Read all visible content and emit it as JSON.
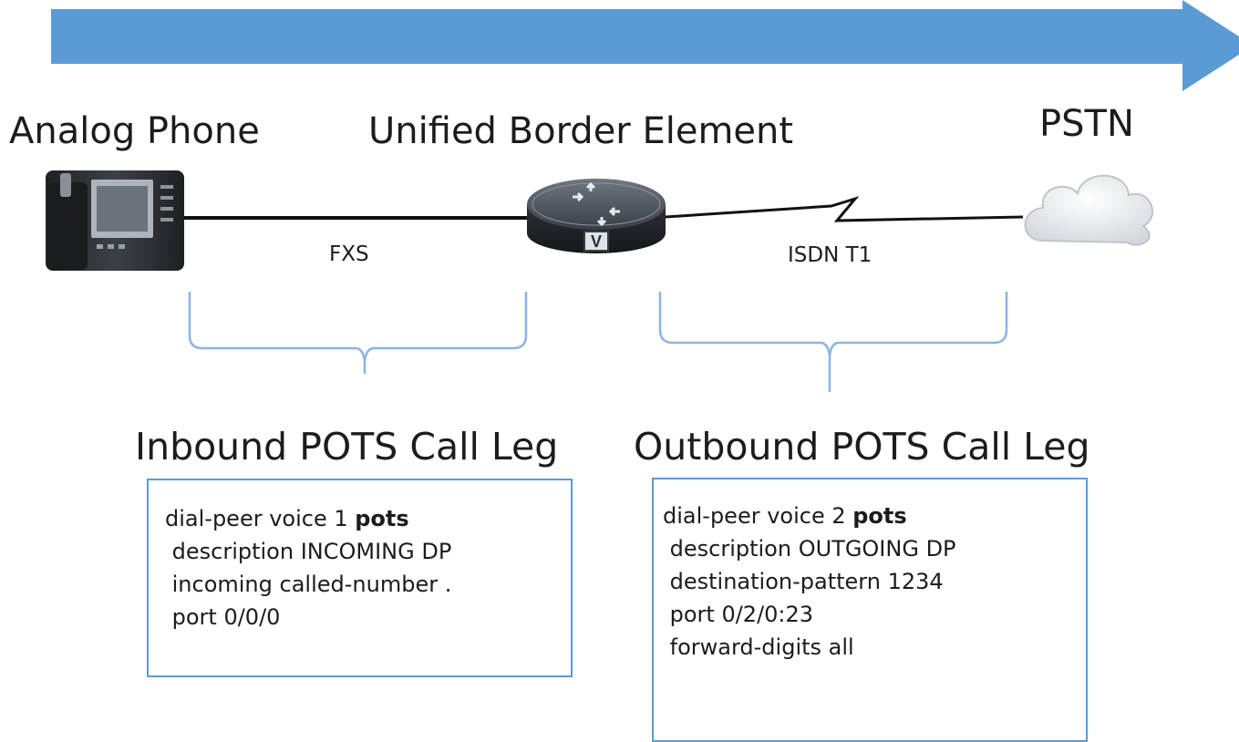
{
  "colors": {
    "flow_arrow": "#5b9bd5",
    "bracket": "#8db3e2",
    "box_border": "#5b9bd5",
    "device_dark": "#2b2e33"
  },
  "nodes": {
    "analog_phone": {
      "label": "Analog Phone",
      "icon": "analog-phone-icon"
    },
    "cube": {
      "label": "Unified Border Element",
      "icon": "router-icon",
      "badge": "V"
    },
    "pstn": {
      "label": "PSTN",
      "icon": "cloud-icon"
    }
  },
  "links": {
    "fxs": {
      "label": "FXS"
    },
    "isdn": {
      "label": "ISDN T1"
    }
  },
  "legs": {
    "inbound": {
      "title": "Inbound POTS Call Leg",
      "config": [
        {
          "text": "dial-peer voice 1 ",
          "keyword": "pots"
        },
        {
          "text": " description INCOMING DP"
        },
        {
          "text": " incoming called-number ."
        },
        {
          "text": " port 0/0/0"
        }
      ]
    },
    "outbound": {
      "title": "Outbound POTS Call Leg",
      "config": [
        {
          "text": "dial-peer voice 2 ",
          "keyword": "pots"
        },
        {
          "text": " description OUTGOING DP"
        },
        {
          "text": " destination-pattern 1234"
        },
        {
          "text": " port 0/2/0:23"
        },
        {
          "text": " forward-digits all"
        }
      ]
    }
  }
}
